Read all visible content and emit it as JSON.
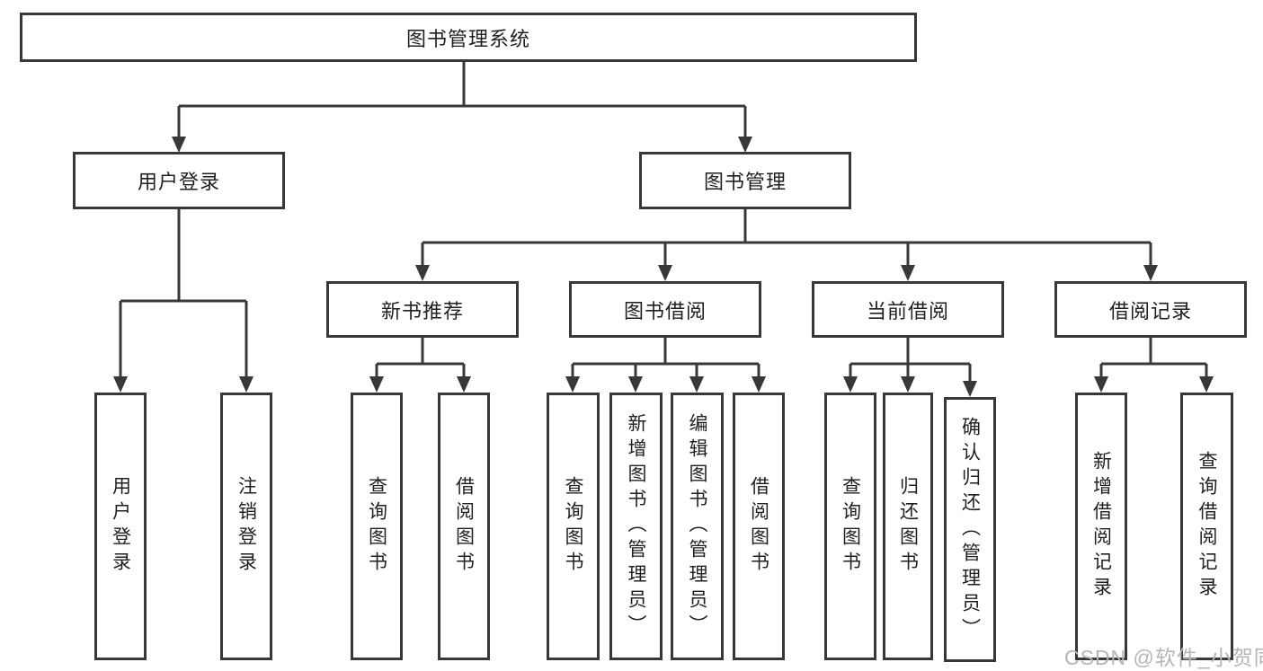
{
  "nodes": {
    "root": "图书管理系统",
    "level2": [
      {
        "label": "用户登录"
      },
      {
        "label": "图书管理"
      }
    ],
    "level3": [
      {
        "label": "新书推荐"
      },
      {
        "label": "图书借阅"
      },
      {
        "label": "当前借阅"
      },
      {
        "label": "借阅记录"
      }
    ],
    "leaves": {
      "user_login": [
        "用户登录",
        "注销登录"
      ],
      "new_book_recommend": [
        "查询图书",
        "借阅图书"
      ],
      "book_borrow": [
        "查询图书",
        "新增图书（管理员）",
        "编辑图书（管理员）",
        "借阅图书"
      ],
      "current_borrow": [
        "查询图书",
        "归还图书",
        "确认归还（管理员）"
      ],
      "borrow_records": [
        "新增借阅记录",
        "查询借阅记录"
      ]
    }
  },
  "watermark": {
    "text": "CSDN @软件_小贺同学"
  },
  "colors": {
    "line": "#383838",
    "text": "#1f1f1f",
    "watermark": "#b5b5b5",
    "background": "#ffffff"
  }
}
